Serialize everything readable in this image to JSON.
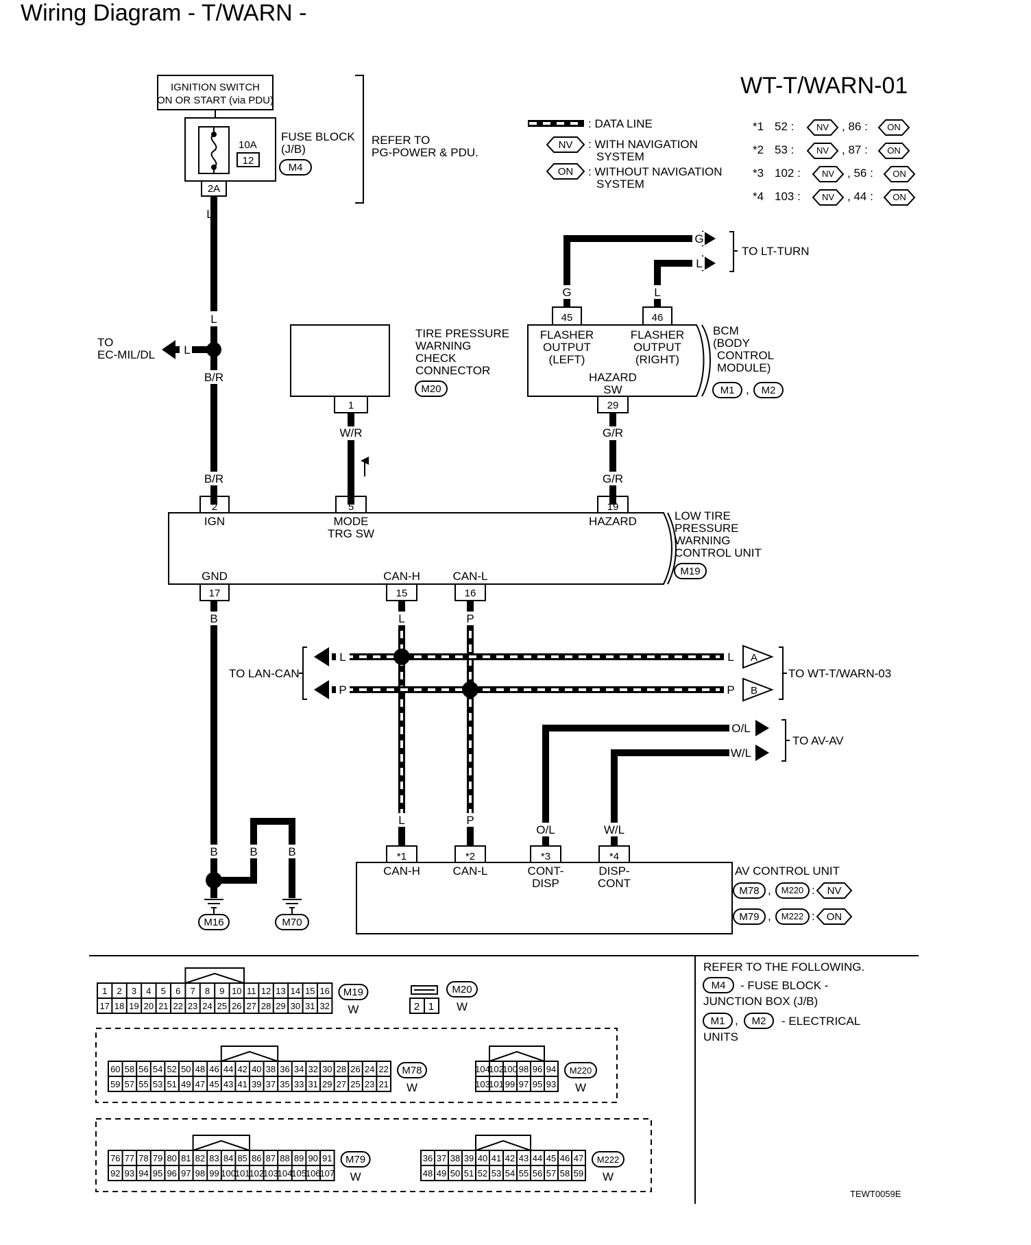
{
  "page_title": "Wiring Diagram - T/WARN -",
  "diagram_code": "WT-T/WARN-01",
  "image_ref": "TEWT0059E",
  "legend": {
    "data_line": ": DATA LINE",
    "nv_code": "NV",
    "on_code": "ON",
    "with_nav": ": WITH NAVIGATION",
    "with_nav_2": "SYSTEM",
    "without_nav": ": WITHOUT NAVIGATION",
    "without_nav_2": "SYSTEM",
    "footnotes": [
      {
        "mark": "*1",
        "nv": "52 :",
        "on": ", 86 :"
      },
      {
        "mark": "*2",
        "nv": "53 :",
        "on": ", 87 :"
      },
      {
        "mark": "*3",
        "nv": "102 :",
        "on": ", 56 :"
      },
      {
        "mark": "*4",
        "nv": "103 :",
        "on": ", 44 :"
      }
    ]
  },
  "ignition": {
    "line1": "IGNITION SWITCH",
    "line2": "ON OR START (via PDU)"
  },
  "fuse": {
    "amp": "10A",
    "number": "12",
    "label1": "FUSE BLOCK",
    "label2": "(J/B)",
    "connector": "M4",
    "terminal": "2A"
  },
  "refer_pg": {
    "line1": "REFER TO",
    "line2": "PG-POWER & PDU."
  },
  "to_ecmil": {
    "line1": "TO",
    "line2": "EC-MIL/DL",
    "color": "L"
  },
  "tpwcc": {
    "line1": "TIRE PRESSURE",
    "line2": "WARNING",
    "line3": "CHECK",
    "line4": "CONNECTOR",
    "connector": "M20",
    "pin": "1"
  },
  "bcm": {
    "pin_left": "45",
    "pin_right": "46",
    "pin_hazard": "29",
    "left_l1": "FLASHER",
    "left_l2": "OUTPUT",
    "left_l3": "(LEFT)",
    "right_l1": "FLASHER",
    "right_l2": "OUTPUT",
    "right_l3": "(RIGHT)",
    "hazard_l1": "HAZARD",
    "hazard_l2": "SW",
    "name1": "BCM",
    "name2": "(BODY",
    "name3": "CONTROL",
    "name4": "MODULE)",
    "conn1": "M1",
    "conn2": "M2"
  },
  "to_ltturn": {
    "label": "TO LT-TURN",
    "g": "G",
    "l": "L"
  },
  "ltwcu": {
    "pin_ign": "2",
    "pin_mode": "5",
    "pin_hazard": "19",
    "pin_gnd": "17",
    "pin_canh": "15",
    "pin_canl": "16",
    "lbl_ign": "IGN",
    "lbl_mode1": "MODE",
    "lbl_mode2": "TRG SW",
    "lbl_hazard": "HAZARD",
    "lbl_gnd": "GND",
    "lbl_canh": "CAN-H",
    "lbl_canl": "CAN-L",
    "name1": "LOW TIRE",
    "name2": "PRESSURE",
    "name3": "WARNING",
    "name4": "CONTROL UNIT",
    "connector": "M19"
  },
  "wires": {
    "l": "L",
    "br": "B/R",
    "wr": "W/R",
    "gr": "G/R",
    "g": "G",
    "b": "B",
    "p": "P",
    "ol": "O/L",
    "wl": "W/L"
  },
  "lan": {
    "to_lan_can": "TO LAN-CAN",
    "to_wt03": "TO WT-T/WARN-03",
    "a": "A",
    "b": "B"
  },
  "to_avav": "TO AV-AV",
  "av": {
    "pin1": "*1",
    "pin2": "*2",
    "pin3": "*3",
    "pin4": "*4",
    "lbl1": "CAN-H",
    "lbl2": "CAN-L",
    "lbl3a": "CONT-",
    "lbl3b": "DISP",
    "lbl4a": "DISP-",
    "lbl4b": "CONT",
    "name": "AV CONTROL UNIT",
    "c1": "M78",
    "c2": "M220",
    "c3": "M79",
    "c4": "M222",
    "sep": ",",
    "colon": ":"
  },
  "grounds": {
    "g1": "M16",
    "g2": "M70"
  },
  "refer_following": {
    "title": "REFER TO THE FOLLOWING.",
    "m4": "M4",
    "m4_text1": "- FUSE BLOCK -",
    "m4_text2": "JUNCTION BOX (J/B)",
    "m1": "M1",
    "m2": "M2",
    "sep": ",",
    "m12_text1": "- ELECTRICAL",
    "m12_text2": "UNITS"
  },
  "connectors": {
    "m19": {
      "name": "M19",
      "color": "W",
      "top": [
        "1",
        "2",
        "3",
        "4",
        "5",
        "6",
        "7",
        "8",
        "9",
        "10",
        "11",
        "12",
        "13",
        "14",
        "15",
        "16"
      ],
      "bottom": [
        "17",
        "18",
        "19",
        "20",
        "21",
        "22",
        "23",
        "24",
        "25",
        "26",
        "27",
        "28",
        "29",
        "30",
        "31",
        "32"
      ]
    },
    "m20": {
      "name": "M20",
      "color": "W",
      "pins": [
        "2",
        "1"
      ]
    },
    "m78": {
      "name": "M78",
      "color": "W",
      "top": [
        "60",
        "58",
        "56",
        "54",
        "52",
        "50",
        "48",
        "46",
        "44",
        "42",
        "40",
        "38",
        "36",
        "34",
        "32",
        "30",
        "28",
        "26",
        "24",
        "22"
      ],
      "bottom": [
        "59",
        "57",
        "55",
        "53",
        "51",
        "49",
        "47",
        "45",
        "43",
        "41",
        "39",
        "37",
        "35",
        "33",
        "31",
        "29",
        "27",
        "25",
        "23",
        "21"
      ]
    },
    "m220": {
      "name": "M220",
      "color": "W",
      "top": [
        "104",
        "102",
        "100",
        "98",
        "96",
        "94"
      ],
      "bottom": [
        "103",
        "101",
        "99",
        "97",
        "95",
        "93"
      ]
    },
    "m79": {
      "name": "M79",
      "color": "W",
      "top": [
        "76",
        "77",
        "78",
        "79",
        "80",
        "81",
        "82",
        "83",
        "84",
        "85",
        "86",
        "87",
        "88",
        "89",
        "90",
        "91"
      ],
      "bottom": [
        "92",
        "93",
        "94",
        "95",
        "96",
        "97",
        "98",
        "99",
        "100",
        "101",
        "102",
        "103",
        "104",
        "105",
        "106",
        "107"
      ]
    },
    "m222": {
      "name": "M222",
      "color": "W",
      "top": [
        "36",
        "37",
        "38",
        "39",
        "40",
        "41",
        "42",
        "43",
        "44",
        "45",
        "46",
        "47"
      ],
      "bottom": [
        "48",
        "49",
        "50",
        "51",
        "52",
        "53",
        "54",
        "55",
        "56",
        "57",
        "58",
        "59"
      ]
    }
  }
}
